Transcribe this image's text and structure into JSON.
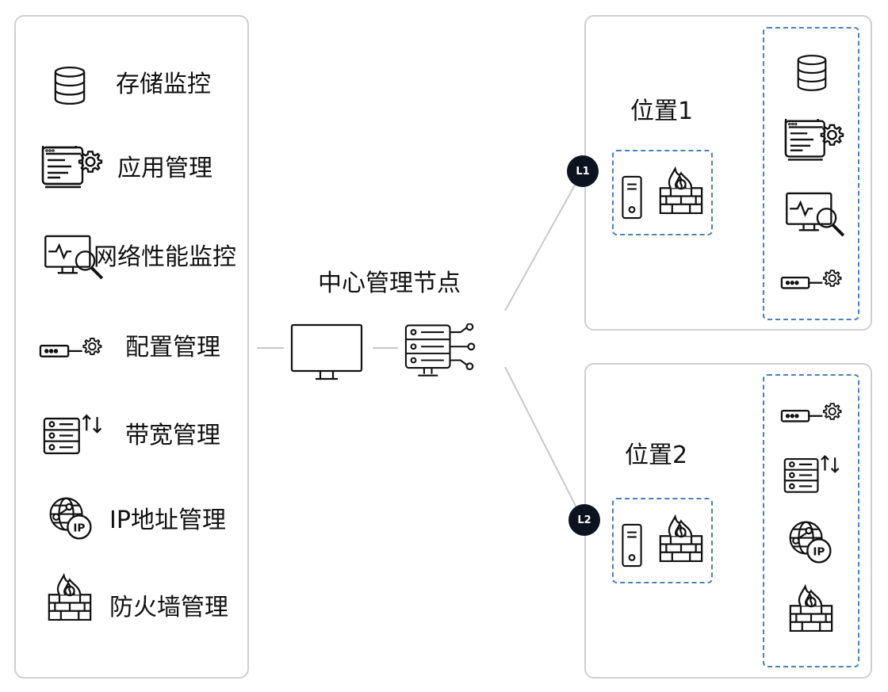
{
  "sidebar": {
    "items": [
      {
        "label": "存储监控",
        "icon": "database-icon"
      },
      {
        "label": "应用管理",
        "icon": "app-settings-icon"
      },
      {
        "label": "网络性能监控",
        "icon": "network-monitor-icon"
      },
      {
        "label": "配置管理",
        "icon": "config-device-icon"
      },
      {
        "label": "带宽管理",
        "icon": "bandwidth-icon"
      },
      {
        "label": "IP地址管理",
        "icon": "ip-globe-icon"
      },
      {
        "label": "防火墙管理",
        "icon": "firewall-icon"
      }
    ]
  },
  "center": {
    "title": "中心管理节点",
    "icons": [
      "monitor-icon",
      "server-rack-icon"
    ]
  },
  "locations": [
    {
      "badge": "L1",
      "title": "位置1",
      "gateway_icons": [
        "server-tower-icon",
        "firewall-icon"
      ],
      "services": [
        "database-icon",
        "app-settings-icon",
        "network-monitor-icon",
        "config-device-icon"
      ]
    },
    {
      "badge": "L2",
      "title": "位置2",
      "gateway_icons": [
        "server-tower-icon",
        "firewall-icon"
      ],
      "services": [
        "config-device-icon",
        "bandwidth-icon",
        "ip-globe-icon",
        "firewall-icon"
      ]
    }
  ],
  "colors": {
    "line_gray": "#c8c8c8",
    "accent_blue": "#4a7fc1",
    "badge_dark": "#0b1320",
    "panel_border": "#cfcfcf"
  }
}
